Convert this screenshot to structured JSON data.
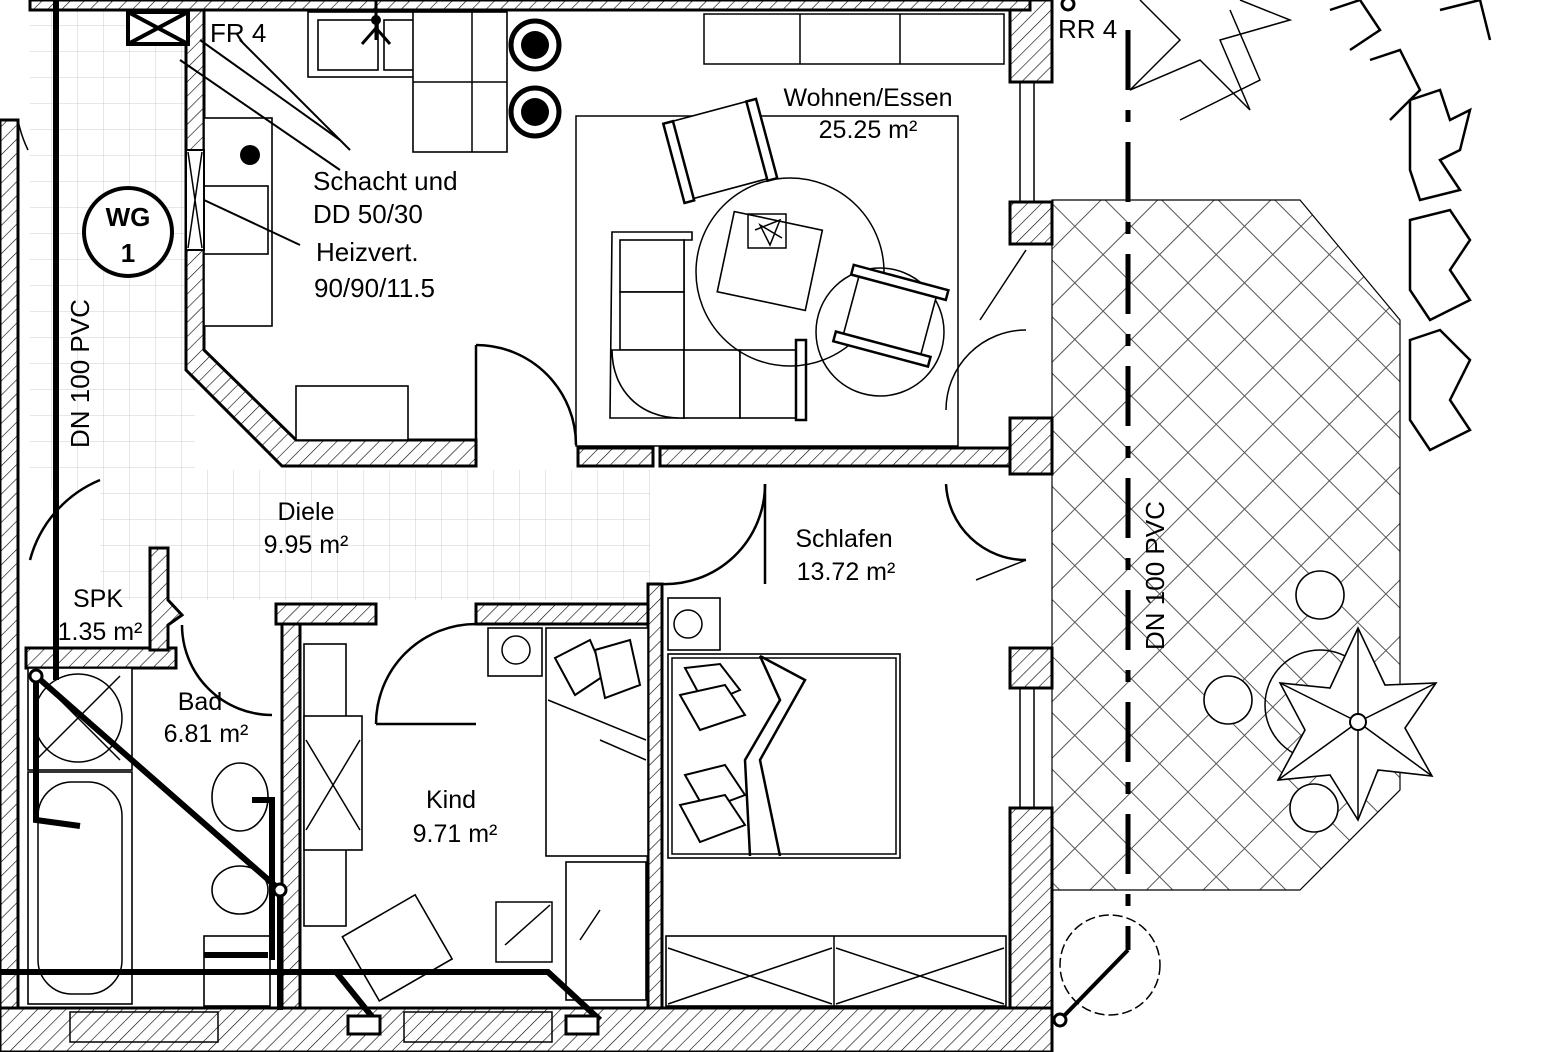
{
  "rooms": {
    "wohnen": {
      "name": "Wohnen/Essen",
      "area": "25.25 m²"
    },
    "diele": {
      "name": "Diele",
      "area": "9.95 m²"
    },
    "schlafen": {
      "name": "Schlafen",
      "area": "13.72 m²"
    },
    "spk": {
      "name": "SPK",
      "area": "1.35 m²"
    },
    "bad": {
      "name": "Bad",
      "area": "6.81 m²"
    },
    "kind": {
      "name": "Kind",
      "area": "9.71 m²"
    }
  },
  "annotations": {
    "fr": "FR 4",
    "rr": "RR 4",
    "schacht_line1": "Schacht und",
    "schacht_line2": "DD 50/30",
    "heizvert_line1": "Heizvert.",
    "heizvert_line2": "90/90/11.5",
    "pipe_left": "DN 100 PVC",
    "pipe_right": "DN 100 PVC"
  },
  "badge": {
    "line1": "WG",
    "line2": "1"
  }
}
